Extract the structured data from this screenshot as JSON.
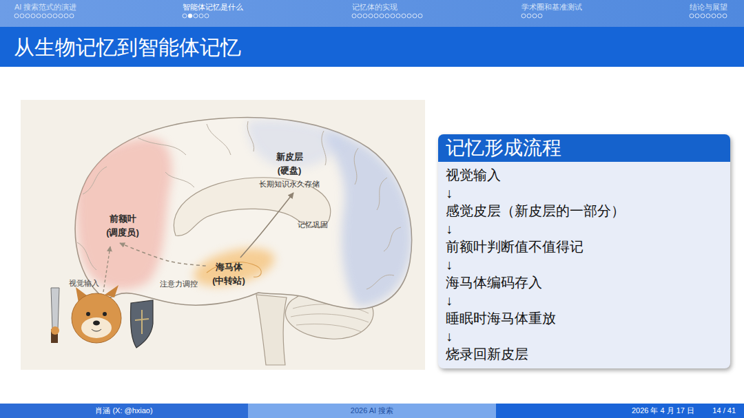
{
  "diagram": {
    "title": "从生物记忆到智能体记忆",
    "nodes": [
      {
        "text": [
          "新皮层 (硬盘)",
          "长期知识永久存储"
        ]
      },
      {
        "text": [
          "前额叶 (调度员)"
        ]
      },
      {
        "text": [
          "海马体 (中转站)"
        ]
      },
      {
        "text": [
          "记忆形成流程",
          "视觉输入",
          "↓",
          "感觉皮层（新皮层的一部分）",
          "↓",
          "前额叶判断值不值得记",
          "↓",
          "海马体编码存入",
          "↓",
          "睡眠时海马体重放",
          "↓",
          "烧录回新皮层"
        ]
      }
    ],
    "edges": [
      {
        "from": 2,
        "to": 0,
        "arrow": "to",
        "label": "记忆巩固"
      },
      {
        "from": 2,
        "to": 1,
        "arrow": "to",
        "label": "注意力调控"
      }
    ],
    "labels": [
      "AI 搜索范式的演进",
      "智能体记忆是什么",
      "记忆体的实现",
      "学术圈和基准测试",
      "结论与展望",
      "视觉输入",
      "肖涵 (X: @hxiao)",
      "2026 AI 搜索",
      "2026 年 4 月 17 日",
      "14 / 41"
    ]
  }
}
